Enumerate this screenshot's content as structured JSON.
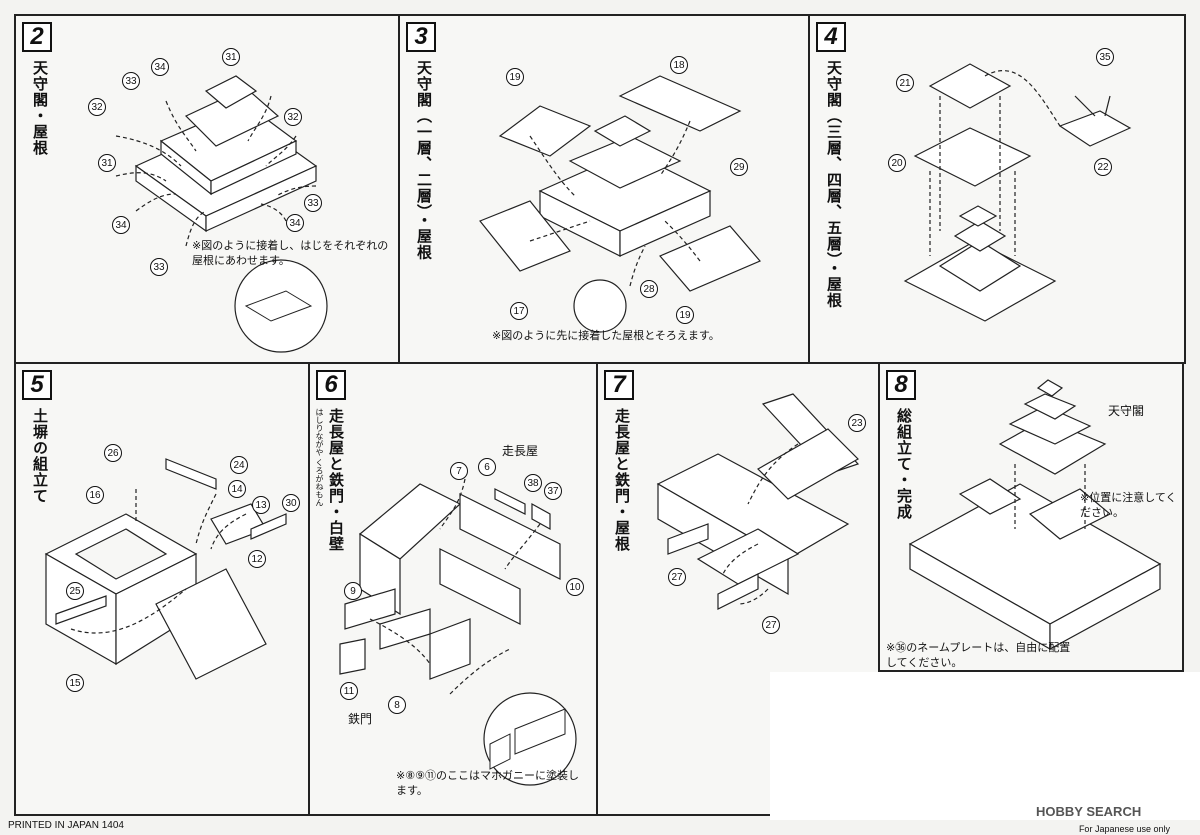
{
  "panels": [
    {
      "number": "2",
      "title": "天守閣・屋根",
      "note": "※図のように接着し、はじをそれぞれの屋根にあわせます。",
      "callouts": [
        "31",
        "34",
        "33",
        "32",
        "31",
        "32",
        "34",
        "33",
        "34",
        "33"
      ]
    },
    {
      "number": "3",
      "title": "天守閣（一層、二層）・屋根",
      "note": "※図のように先に接着した屋根とそろえます。",
      "callouts": [
        "19",
        "18",
        "29",
        "17",
        "28",
        "19"
      ]
    },
    {
      "number": "4",
      "title": "天守閣（三層、四層、五層）・屋根",
      "callouts": [
        "21",
        "35",
        "20",
        "22"
      ]
    },
    {
      "number": "5",
      "title": "土塀の組立て",
      "callouts": [
        "26",
        "24",
        "16",
        "14",
        "13",
        "30",
        "12",
        "25",
        "15"
      ]
    },
    {
      "number": "6",
      "title": "走長屋と鉄門・白壁",
      "ruby": "はしりながや くろがねもん",
      "label_nagaya": "走長屋",
      "label_gate": "鉄門",
      "note": "※⑧⑨⑪のここはマホガニーに塗装します。",
      "callouts": [
        "7",
        "6",
        "38",
        "37",
        "9",
        "10",
        "11",
        "8"
      ]
    },
    {
      "number": "7",
      "title": "走長屋と鉄門・屋根",
      "callouts": [
        "23",
        "27",
        "27"
      ]
    },
    {
      "number": "8",
      "title": "総組立て・完成",
      "label_tenshu": "天守閣",
      "note_position": "※位置に注意してください。",
      "note_nameplate": "※㊱のネームプレートは、自由に配置してください。"
    }
  ],
  "footer": {
    "printed": "PRINTED IN JAPAN  1404",
    "japanese_only": "For Japanese use only",
    "logo": "HOBBY SEARCH"
  }
}
